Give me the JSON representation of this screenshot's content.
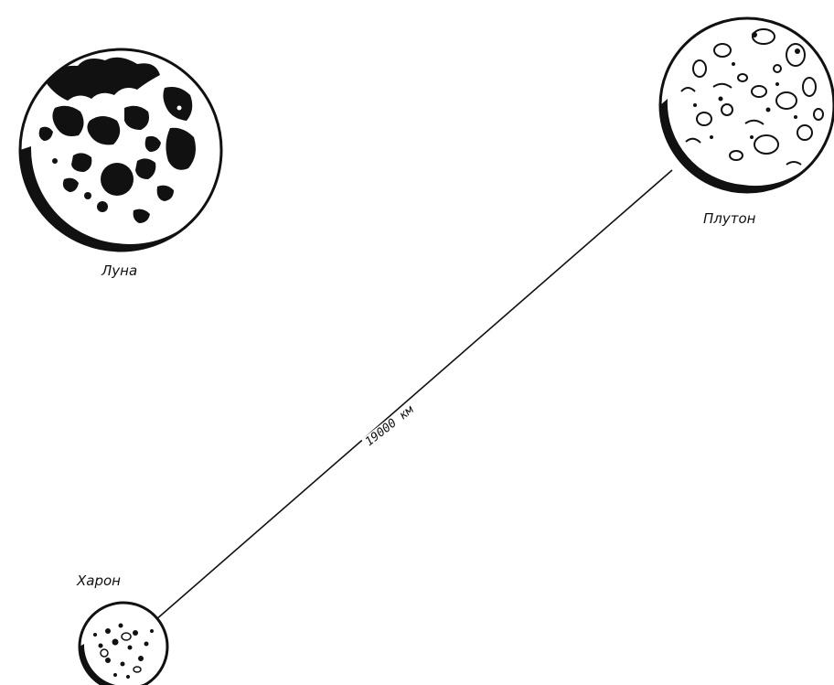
{
  "bodies": {
    "moon": {
      "label": "Луна"
    },
    "pluto": {
      "label": "Плутон"
    },
    "charon": {
      "label": "Харон"
    }
  },
  "distance": {
    "label": "19000 км"
  },
  "colors": {
    "ink": "#111111",
    "paper": "#ffffff"
  }
}
